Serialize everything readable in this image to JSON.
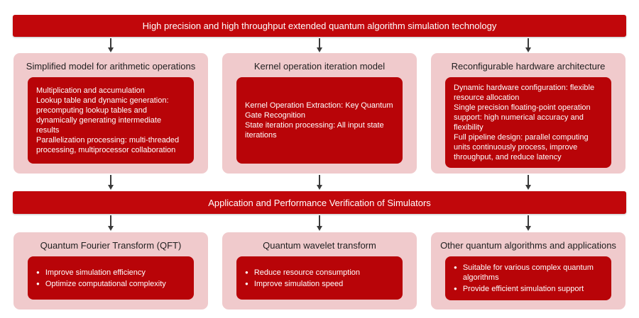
{
  "banners": {
    "top": "High precision and high throughput extended quantum algorithm simulation technology",
    "middle": "Application and Performance Verification of Simulators"
  },
  "colors": {
    "banner_red": "#C1070B",
    "inner_box_red": "#B80408",
    "card_pink": "#F0CACC",
    "arrow_gray": "#3a3a3a",
    "title_text": "#1f1f1f",
    "body_text": "#ffffff"
  },
  "top_row": [
    {
      "title": "Simplified model for arithmetic operations",
      "lines": [
        "Multiplication and accumulation",
        "Lookup table and dynamic generation: precomputing lookup tables and dynamically generating intermediate results",
        "Parallelization processing: multi-threaded processing, multiprocessor collaboration"
      ]
    },
    {
      "title": "Kernel operation iteration model",
      "lines": [
        "Kernel Operation Extraction: Key Quantum Gate Recognition",
        "State iteration processing: All input state iterations"
      ]
    },
    {
      "title": "Reconfigurable hardware architecture",
      "lines": [
        "Dynamic hardware configuration: flexible resource allocation",
        "Single precision floating-point operation support: high numerical accuracy and flexibility",
        "Full pipeline design: parallel computing units continuously process, improve throughput, and reduce latency"
      ]
    }
  ],
  "bottom_row": [
    {
      "title": "Quantum Fourier Transform (QFT)",
      "bullets": [
        "Improve simulation efficiency",
        "Optimize computational complexity"
      ]
    },
    {
      "title": "Quantum wavelet transform",
      "bullets": [
        "Reduce resource consumption",
        "Improve simulation speed"
      ]
    },
    {
      "title": "Other quantum algorithms and  applications",
      "bullets": [
        "Suitable for various complex quantum algorithms",
        "Provide efficient simulation support"
      ]
    }
  ]
}
